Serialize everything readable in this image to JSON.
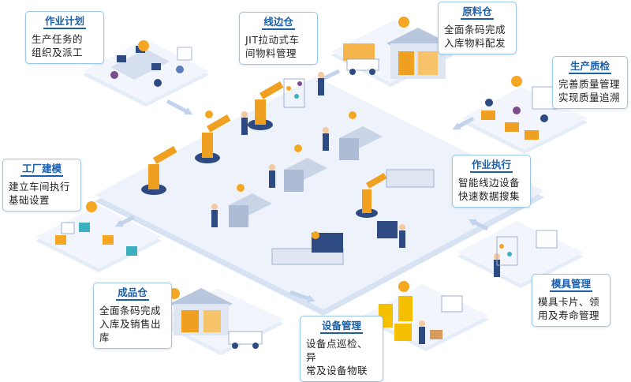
{
  "modules": [
    {
      "title": "作业计划",
      "desc": "生产任务的\n组织及派工"
    },
    {
      "title": "线边仓",
      "desc": "JIT拉动式车\n间物料管理"
    },
    {
      "title": "原料仓",
      "desc": "全面条码完成\n入库物料配发"
    },
    {
      "title": "生产质检",
      "desc": "完善质量管理\n实现质量追溯"
    },
    {
      "title": "作业执行",
      "desc": "智能线边设备\n快速数据搜集"
    },
    {
      "title": "工厂建模",
      "desc": "建立车间执行\n基础设置"
    },
    {
      "title": "模具管理",
      "desc": "模具卡片、领\n用及寿命管理"
    },
    {
      "title": "成品仓",
      "desc": "全面条码完成\n入库及销售出\n库"
    },
    {
      "title": "设备管理",
      "desc": "设备点巡检、异\n常及设备物联"
    }
  ],
  "colors": {
    "accent": "#1b5fa8",
    "border": "#9cc6e8",
    "platform": "#eef3fb",
    "platform_edge": "#d7e2f2",
    "robot": "#f0a020",
    "wifi": "#f5a623",
    "machine": "#c9d4e6",
    "worker": "#2e4a82"
  }
}
